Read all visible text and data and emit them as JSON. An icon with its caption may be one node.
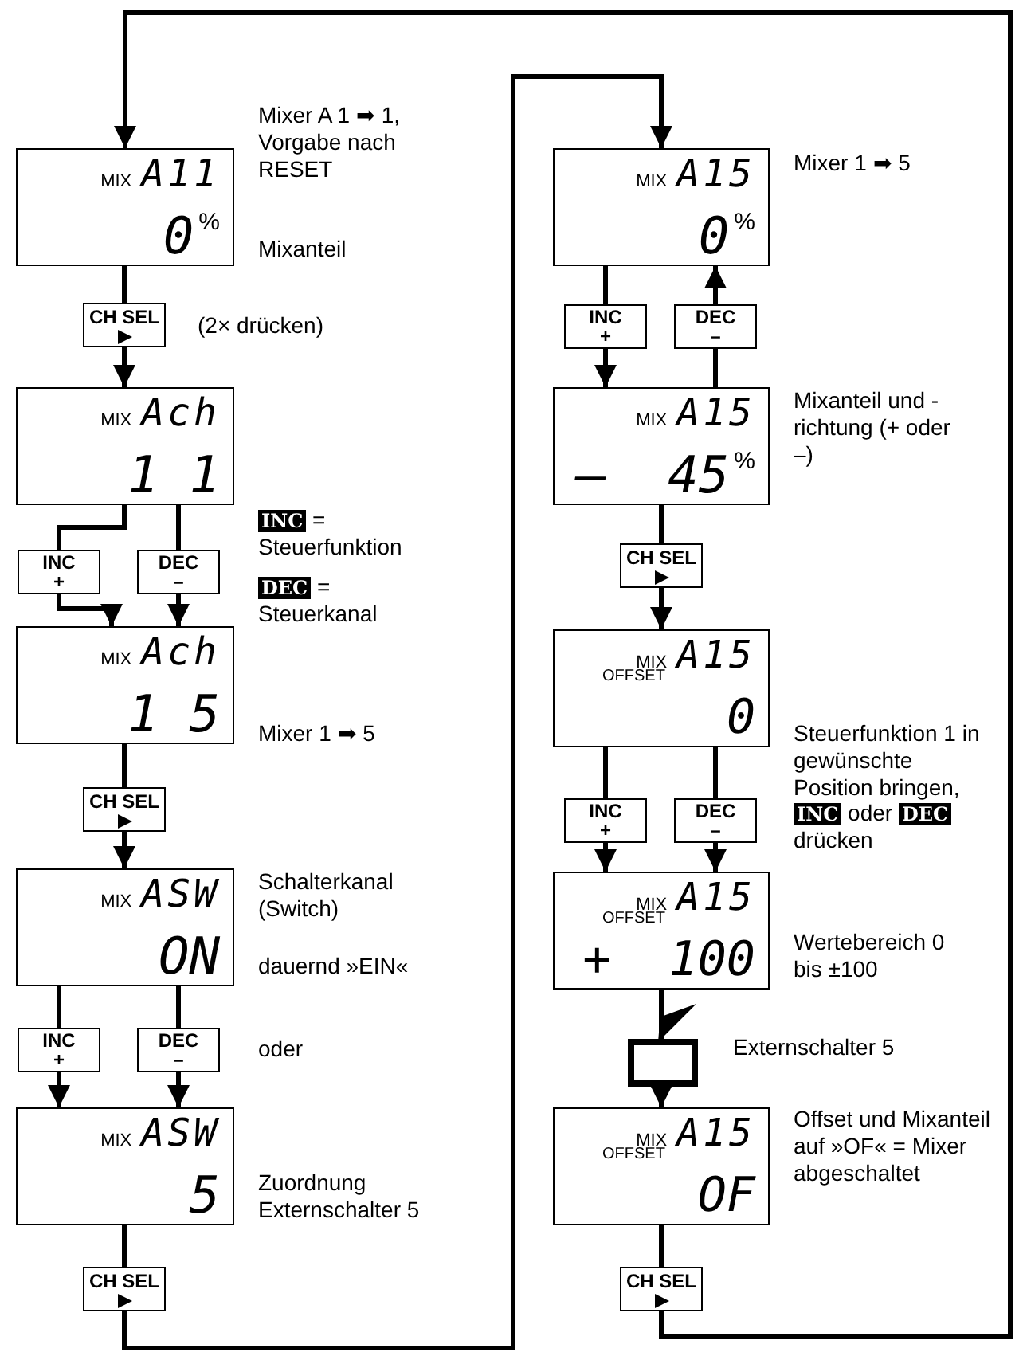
{
  "diagram": {
    "nodes": [
      {
        "text": [
          "MIX",
          "A11",
          "0$^{%}$"
        ],
        "beside": [
          "Mixer A 1 ➡ 1, Vorgabe nach RESET",
          "Mixanteil"
        ]
      },
      {
        "text": [
          "CH SEL"
        ],
        "beside": [
          "(2× drücken)"
        ]
      },
      {
        "text": [
          "MIX",
          "Ach",
          "1 1"
        ],
        "beside": [
          "**INC** = Steuerfunktion",
          "**DEC** = Steuerkanal"
        ]
      },
      {
        "text": [
          "INC",
          "+"
        ]
      },
      {
        "text": [
          "DEC",
          "–"
        ]
      },
      {
        "text": [
          "MIX",
          "Ach",
          "1 5"
        ],
        "beside": [
          "Mixer 1 ➡ 5"
        ]
      },
      {
        "text": [
          "CH SEL"
        ]
      },
      {
        "text": [
          "MIX",
          "ASW",
          "ON"
        ],
        "beside": [
          "Schalterkanal (Switch)",
          "dauernd »EIN«"
        ]
      },
      {
        "text": [
          "INC",
          "+"
        ]
      },
      {
        "text": [
          "DEC",
          "–"
        ],
        "beside": [
          "oder"
        ]
      },
      {
        "text": [
          "MIX",
          "ASW",
          "5"
        ],
        "beside": [
          "Zuordnung Externschalter 5"
        ]
      },
      {
        "text": [
          "CH SEL"
        ]
      },
      {
        "text": [
          "MIX",
          "A15",
          "0$^{%}$"
        ],
        "beside": [
          "Mixer 1 ➡ 5"
        ]
      },
      {
        "text": [
          "INC",
          "+"
        ]
      },
      {
        "text": [
          "DEC",
          "–"
        ]
      },
      {
        "text": [
          "MIX",
          "A15",
          "–  45$^{%}$"
        ],
        "beside": [
          "Mixanteil und -richtung (+ oder –)"
        ]
      },
      {
        "text": [
          "CH SEL"
        ]
      },
      {
        "text": [
          "MIX",
          "A15",
          "OFFSET",
          "0"
        ],
        "beside": [
          "Steuerfunktion 1 in gewünschte Position bringen, **INC** oder **DEC** drücken"
        ]
      },
      {
        "text": [
          "INC",
          "+"
        ]
      },
      {
        "text": [
          "DEC",
          "–"
        ]
      },
      {
        "text": [
          "MIX",
          "A15",
          "OFFSET",
          "+  100"
        ],
        "beside": [
          "Wertebereich 0 bis ±100"
        ]
      },
      {
        "text": [],
        "shape": "box",
        "beside": [
          "Externschalter 5"
        ]
      },
      {
        "text": [
          "MIX",
          "A15",
          "OFFSET",
          "OF"
        ],
        "beside": [
          "Offset und Mixanteil auf »OF« = Mixer abgeschaltet"
        ]
      },
      {
        "text": [
          "CH SEL"
        ]
      }
    ],
    "edges": [
      {
        "from": 0,
        "to": 1,
        "arrow": "none"
      },
      {
        "from": 1,
        "to": 2,
        "arrow": "to"
      },
      {
        "from": 2,
        "to": 3,
        "arrow": "none"
      },
      {
        "from": 2,
        "to": 4,
        "arrow": "none"
      },
      {
        "from": 3,
        "to": 5,
        "arrow": "to"
      },
      {
        "from": 4,
        "to": 5,
        "arrow": "to"
      },
      {
        "from": 5,
        "to": 6,
        "arrow": "none"
      },
      {
        "from": 6,
        "to": 7,
        "arrow": "to"
      },
      {
        "from": 7,
        "to": 8,
        "arrow": "none"
      },
      {
        "from": 7,
        "to": 9,
        "arrow": "none"
      },
      {
        "from": 8,
        "to": 10,
        "arrow": "to"
      },
      {
        "from": 9,
        "to": 10,
        "arrow": "to"
      },
      {
        "from": 10,
        "to": 11,
        "arrow": "none"
      },
      {
        "from": 11,
        "to": 12,
        "arrow": "to"
      },
      {
        "from": 12,
        "to": 13,
        "arrow": "none"
      },
      {
        "from": 13,
        "to": 15,
        "arrow": "to"
      },
      {
        "from": 15,
        "to": 14,
        "arrow": "none"
      },
      {
        "from": 14,
        "to": 12,
        "arrow": "to"
      },
      {
        "from": 15,
        "to": 16,
        "arrow": "none"
      },
      {
        "from": 16,
        "to": 17,
        "arrow": "to"
      },
      {
        "from": 17,
        "to": 18,
        "arrow": "none"
      },
      {
        "from": 17,
        "to": 19,
        "arrow": "none"
      },
      {
        "from": 18,
        "to": 20,
        "arrow": "to"
      },
      {
        "from": 19,
        "to": 20,
        "arrow": "to"
      },
      {
        "from": 20,
        "to": 21,
        "arrow": "none"
      },
      {
        "from": 21,
        "to": 22,
        "arrow": "to"
      },
      {
        "from": 22,
        "to": 23,
        "arrow": "none"
      },
      {
        "from": 23,
        "to": 0,
        "arrow": "to"
      }
    ]
  }
}
